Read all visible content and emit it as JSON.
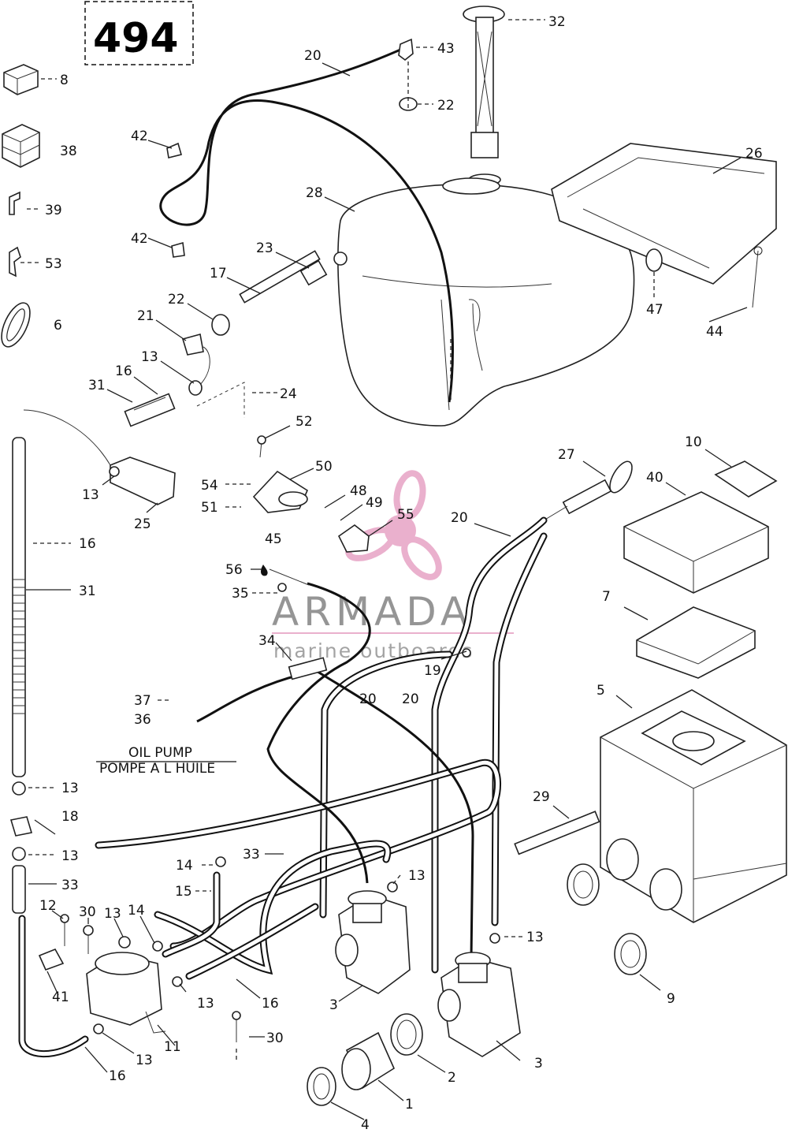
{
  "page_number": "494",
  "oil_pump_caption": {
    "english": "OIL PUMP",
    "french": "POMPE A L HUILE"
  },
  "watermark": {
    "brand": "ARMADA",
    "tagline": "marine outboards",
    "logo_color": "#e8a8c8"
  },
  "callouts": [
    "8",
    "38",
    "39",
    "53",
    "6",
    "20",
    "43",
    "22",
    "32",
    "42",
    "26",
    "28",
    "42",
    "23",
    "17",
    "22",
    "21",
    "47",
    "44",
    "13",
    "16",
    "31",
    "24",
    "52",
    "50",
    "10",
    "54",
    "48",
    "27",
    "40",
    "51",
    "49",
    "13",
    "55",
    "20",
    "25",
    "16",
    "45",
    "56",
    "31",
    "35",
    "7",
    "34",
    "19",
    "20",
    "20",
    "5",
    "37",
    "36",
    "13",
    "29",
    "18",
    "13",
    "33",
    "14",
    "13",
    "15",
    "33",
    "12",
    "30",
    "13",
    "14",
    "13",
    "41",
    "13",
    "16",
    "3",
    "9",
    "30",
    "13",
    "11",
    "3",
    "2",
    "16",
    "1",
    "4"
  ]
}
